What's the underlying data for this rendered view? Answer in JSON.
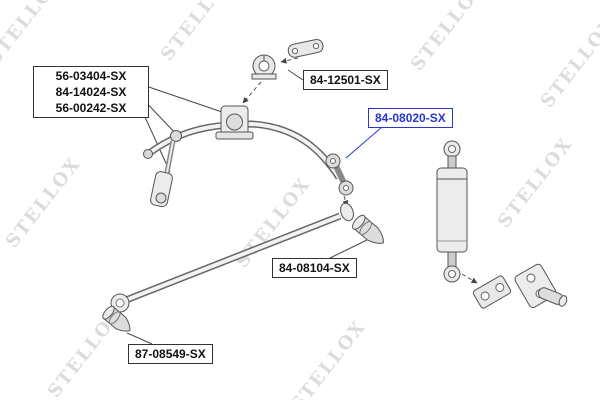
{
  "brand": {
    "watermark": "STELLOX"
  },
  "labels": {
    "left_group": [
      "56-03404-SX",
      "84-14024-SX",
      "56-00242-SX"
    ],
    "top_clamp": "84-12501-SX",
    "rear_link": "84-08020-SX",
    "mid_bushing": "84-08104-SX",
    "bottom_bushing": "87-08549-SX"
  },
  "highlighted_part": "84-08020-SX",
  "colors": {
    "accent_blue": "#2a35cc",
    "line": "#444444",
    "watermark_gray": "#dcdcdc",
    "background": "#ffffff"
  },
  "icons": {
    "diagram": "exploded-parts-diagram"
  }
}
